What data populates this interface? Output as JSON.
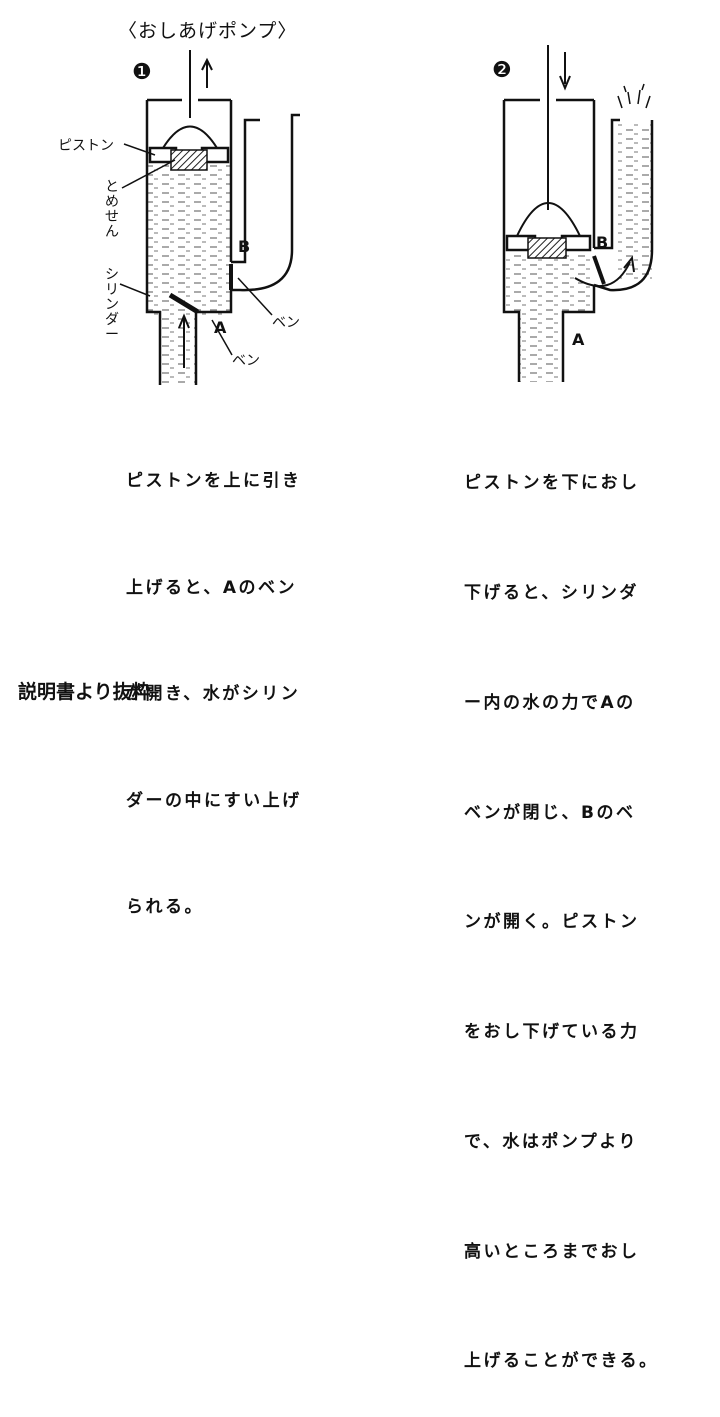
{
  "title": "〈おしあげポンプ〉",
  "panel1": {
    "number": "❶",
    "labels": {
      "piston": "ピストン",
      "tomesen": "とめせん",
      "cylinder": "シリンダー",
      "valve_b": "B",
      "ben_right": "ベン",
      "valve_a": "A",
      "ben_bottom": "ベン"
    },
    "description": [
      "ピストンを上に引き",
      "上げると、Aのベン",
      "が開き、水がシリン",
      "ダーの中にすい上げ",
      "られる。"
    ]
  },
  "panel2": {
    "number": "❷",
    "labels": {
      "valve_b": "B",
      "valve_a": "A"
    },
    "description": [
      "ピストンを下におし",
      "下げると、シリンダ",
      "ー内の水の力でAの",
      "ベンが閉じ、Bのベ",
      "ンが開く。ピストン",
      "をおし下げている力",
      "で、水はポンプより",
      "高いところまでおし",
      "上げることができる。"
    ]
  },
  "footer": "説明書より抜粋",
  "colors": {
    "ink": "#111111",
    "hatch": "#333333",
    "background": "#ffffff"
  }
}
